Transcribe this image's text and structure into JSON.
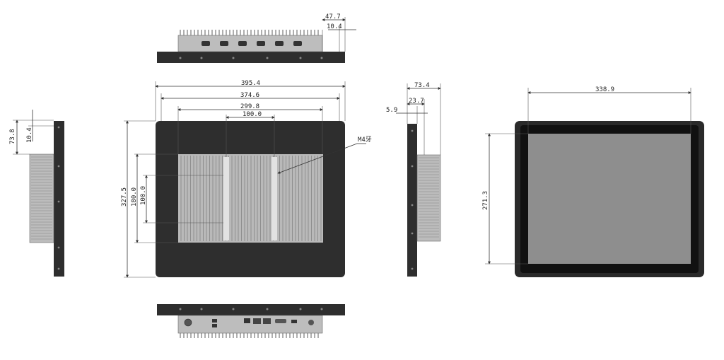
{
  "top_view": {
    "dim_a": "47.7",
    "dim_b": "10.4"
  },
  "left_side_view": {
    "dim_height": "73.8",
    "dim_flange": "10.4"
  },
  "rear_view": {
    "dim_overall_width": "395.4",
    "dim_inner_width": "374.6",
    "dim_hole_span": "299.8",
    "dim_vesa_h": "100.0",
    "dim_overall_height": "327.5",
    "dim_hole_vertical": "180.0",
    "dim_vesa_v": "100.0",
    "screw_label": "M4牙"
  },
  "right_side_view": {
    "dim_depth": "73.4",
    "dim_mid": "23.7",
    "dim_bezel": "5.9"
  },
  "front_view": {
    "dim_screen_width": "338.9",
    "dim_screen_height": "271.3"
  },
  "colors": {
    "frame": "#2e2e2e",
    "heatsink": "#b9b9b9",
    "screen": "#8e8e8e",
    "bezel": "#111111",
    "line": "#333333"
  }
}
